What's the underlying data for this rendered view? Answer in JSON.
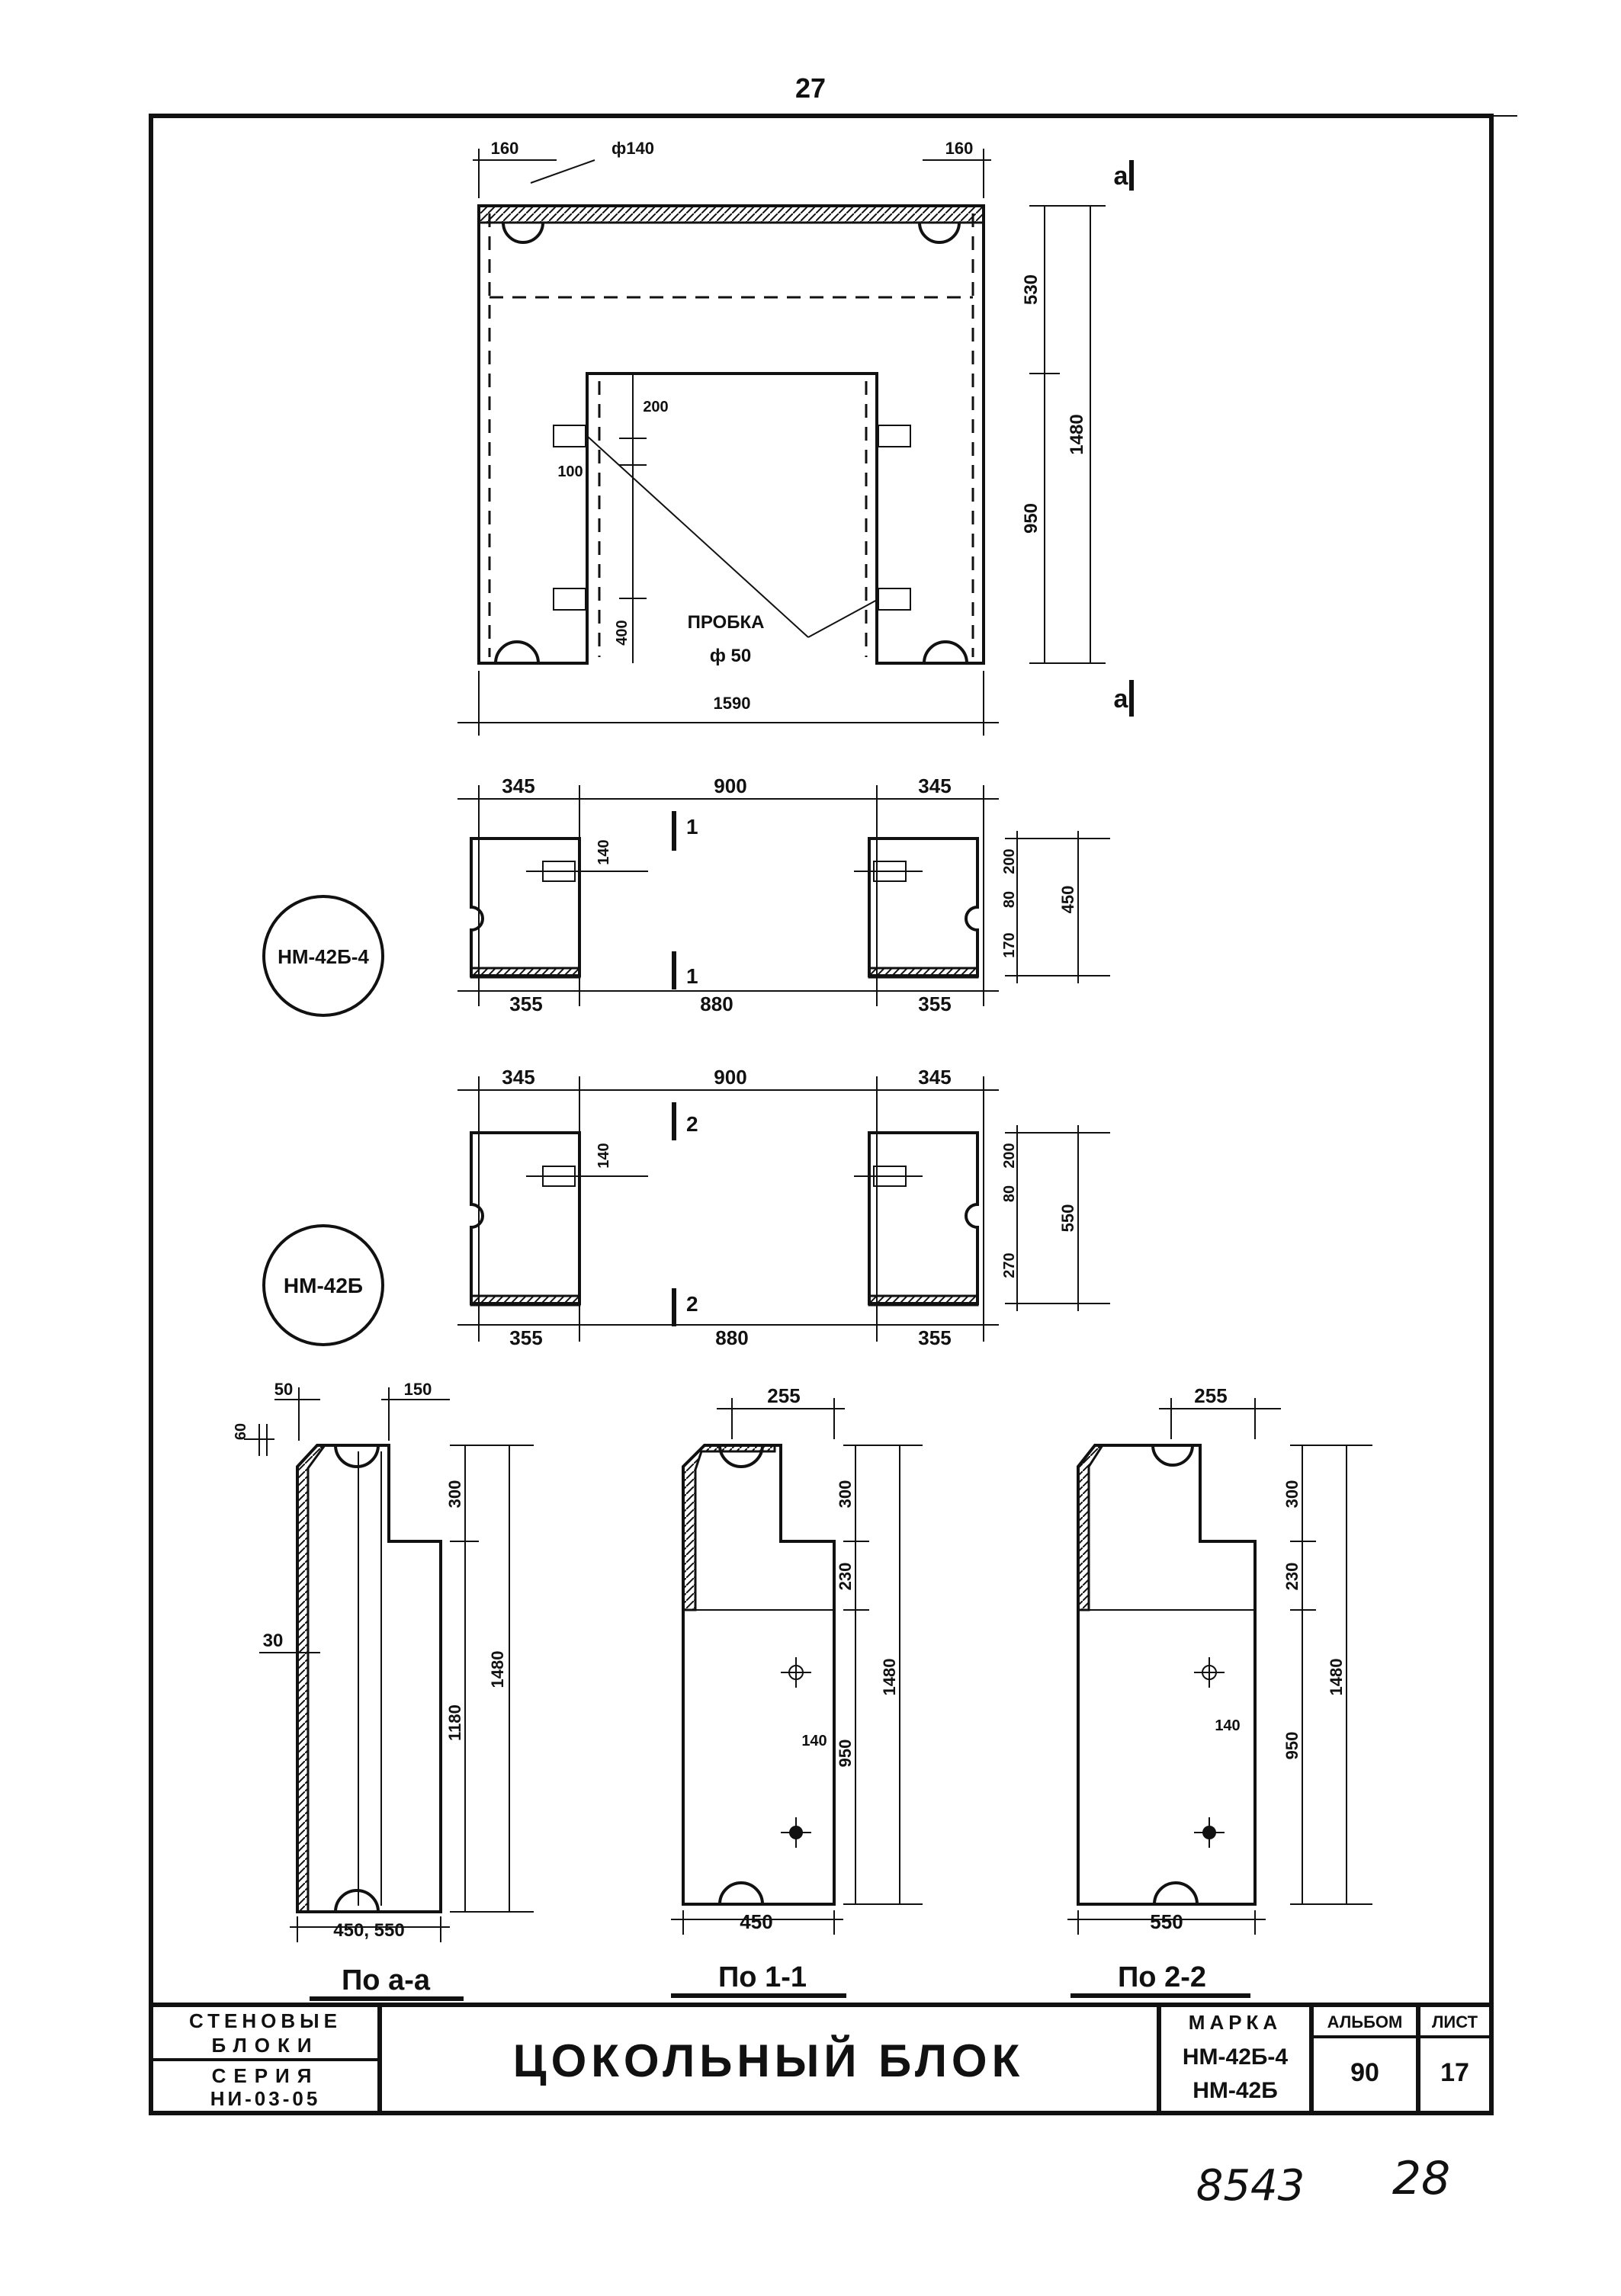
{
  "sheet": {
    "page_number": "27",
    "stamp_number": "8543",
    "stamp_page": "28"
  },
  "title_block": {
    "group_line1": "СТЕНОВЫЕ",
    "group_line2": "БЛОКИ",
    "series_label": "СЕРИЯ",
    "series_value": "НИ-03-05",
    "title": "ЦОКОЛЬНЫЙ БЛОК",
    "mark_label": "МАРКА",
    "mark_values": [
      "НМ-42Б-4",
      "НМ-42Б"
    ],
    "album_label": "АЛЬБОМ",
    "album_value": "90",
    "sheet_label": "ЛИСТ",
    "sheet_value": "17"
  },
  "front_view": {
    "dim_top_left": "160",
    "dim_top_hole": "ф140",
    "dim_top_right": "160",
    "section_mark_top": "а",
    "section_mark_bottom": "а",
    "dim_530": "530",
    "dim_950": "950",
    "dim_1480": "1480",
    "dim_200": "200",
    "dim_100": "100",
    "dim_400": "400",
    "note_label": "ПРОБКА",
    "note_value": "ф 50",
    "dim_1590": "1590"
  },
  "plan_1": {
    "badge": "НМ-42Б-4",
    "dim_top_left": "345",
    "dim_top_mid": "900",
    "dim_top_right": "345",
    "dim_bot_left": "355",
    "dim_bot_mid": "880",
    "dim_bot_right": "355",
    "dim_140": "140",
    "right_dims": [
      "200",
      "80",
      "170",
      "450"
    ],
    "cut_mark": "1"
  },
  "plan_2": {
    "badge": "НМ-42Б",
    "dim_top_left": "345",
    "dim_top_mid": "900",
    "dim_top_right": "345",
    "dim_bot_left": "355",
    "dim_bot_mid": "880",
    "dim_bot_right": "355",
    "dim_140": "140",
    "right_dims": [
      "200",
      "80",
      "270",
      "550"
    ],
    "cut_mark": "2"
  },
  "section_a": {
    "caption": "По а-а",
    "dim_50": "50",
    "dim_60": "60",
    "dim_150": "150",
    "dim_30": "30",
    "dim_300": "300",
    "dim_1180": "1180",
    "dim_1480": "1480",
    "dim_bottom": "450, 550"
  },
  "section_1": {
    "caption": "По 1-1",
    "dim_top": "255",
    "dim_300": "300",
    "dim_230": "230",
    "dim_140": "140",
    "dim_950": "950",
    "dim_1480": "1480",
    "dim_bottom": "450"
  },
  "section_2": {
    "caption": "По 2-2",
    "dim_top": "255",
    "dim_300": "300",
    "dim_230": "230",
    "dim_140": "140",
    "dim_950": "950",
    "dim_1480": "1480",
    "dim_bottom": "550"
  }
}
